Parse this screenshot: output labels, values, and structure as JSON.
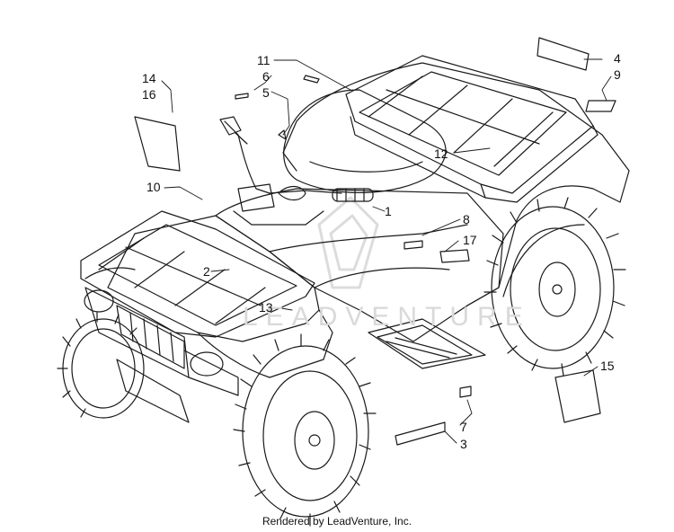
{
  "watermark": "LEADVENTURE",
  "footer": "Rendered by LeadVenture, Inc.",
  "callouts": [
    "11",
    "6",
    "5",
    "4",
    "9",
    "14",
    "16",
    "10",
    "1",
    "8",
    "17",
    "12",
    "2",
    "13",
    "15",
    "7",
    "3"
  ],
  "colors": {
    "line": "#1a1a1a",
    "watermark": "#d9d9d9",
    "background": "#ffffff"
  }
}
